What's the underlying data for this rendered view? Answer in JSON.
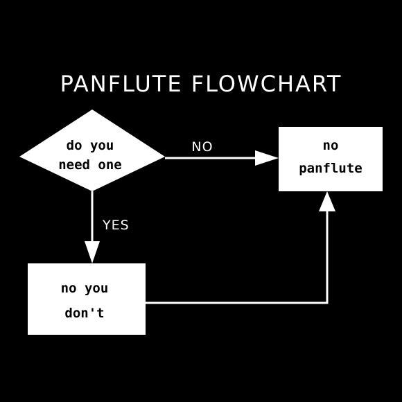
{
  "title": "PANFLUTE FLOWCHART",
  "colors": {
    "background": "#000000",
    "ink": "#ffffff"
  },
  "nodes": {
    "decision": {
      "shape": "diamond",
      "line1": "do you",
      "line2": "need one"
    },
    "no_panflute": {
      "shape": "box",
      "line1": "no",
      "line2": "panflute"
    },
    "no_you_dont": {
      "shape": "box",
      "line1": "no you",
      "line2": "don't"
    }
  },
  "edges": {
    "no": {
      "from": "decision",
      "to": "no_panflute",
      "label": "NO"
    },
    "yes": {
      "from": "decision",
      "to": "no_you_dont",
      "label": "YES"
    },
    "loop": {
      "from": "no_you_dont",
      "to": "no_panflute",
      "label": ""
    }
  }
}
